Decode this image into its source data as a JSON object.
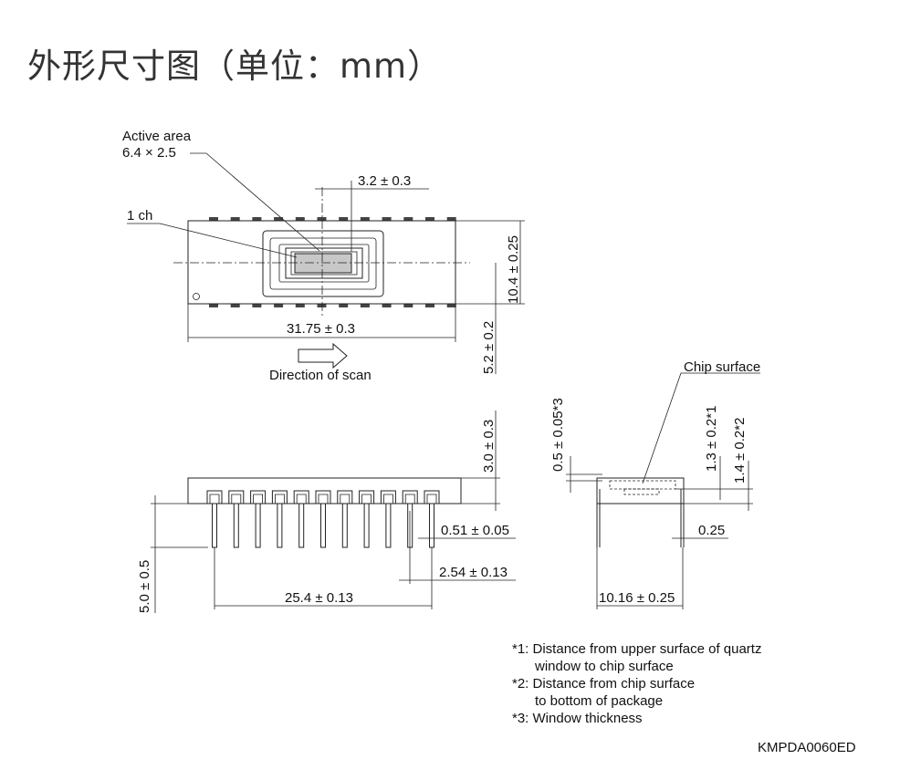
{
  "title": "外形尺寸图（单位：mm）",
  "labels": {
    "active_area_line1": "Active area",
    "active_area_line2": "6.4 × 2.5",
    "ch1": "1 ch",
    "dim_window_offset": "3.2 ± 0.3",
    "dim_package_width": "10.4 ± 0.25",
    "dim_center": "5.2 ± 0.2",
    "dim_package_length": "31.75 ± 0.3",
    "direction_of_scan": "Direction of scan",
    "dim_body_height": "3.0 ± 0.3",
    "dim_lead_length": "5.0 ± 0.5",
    "dim_lead_width": "0.51 ± 0.05",
    "dim_pitch": "2.54 ± 0.13",
    "dim_lead_span": "25.4 ± 0.13",
    "chip_surface": "Chip surface",
    "dim_window_thickness": "0.5 ± 0.05*3",
    "dim_window_to_chip": "1.3 ± 0.2*1",
    "dim_chip_to_bottom": "1.4 ± 0.2*2",
    "dim_lead_thickness": "0.25",
    "dim_row_spacing": "10.16 ± 0.25"
  },
  "notes": [
    "*1: Distance from upper surface of quartz",
    "window to chip surface",
    "*2: Distance from chip surface",
    "to bottom of package",
    "*3: Window thickness"
  ],
  "drawing_code": "KMPDA0060ED"
}
